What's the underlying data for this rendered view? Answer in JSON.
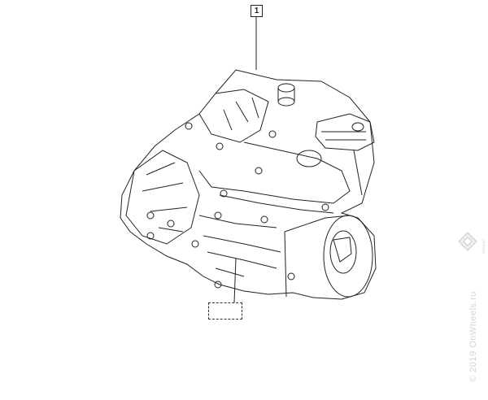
{
  "diagram": {
    "callouts": [
      {
        "label": "1"
      },
      {
        "label": ""
      }
    ],
    "part": "gearbox-assembly"
  },
  "watermark": {
    "text": "© 2019 OnWheels.ru",
    "brand_text": "RENAULT"
  }
}
